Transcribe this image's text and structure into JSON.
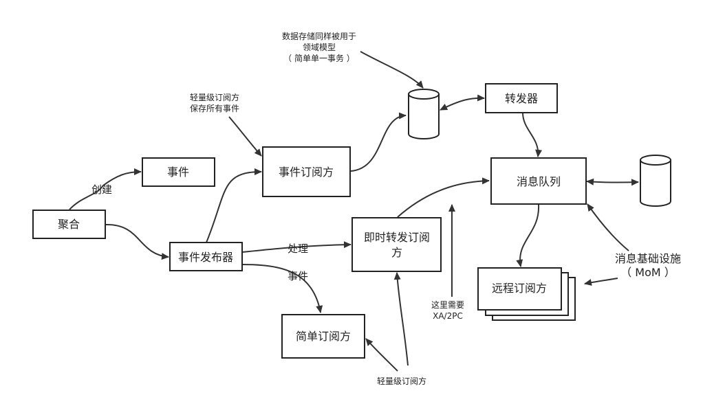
{
  "nodes": {
    "aggregate": "聚合",
    "event": "事件",
    "event_publisher": "事件发布器",
    "event_subscriber": "事件订阅方",
    "forwarder": "转发器",
    "message_queue": "消息队列",
    "realtime_forward_subscriber_line1": "即时转发订阅",
    "realtime_forward_subscriber_line2": "方",
    "simple_subscriber": "简单订阅方",
    "remote_subscriber": "远程订阅方",
    "mom_line1": "消息基础设施",
    "mom_line2": "（ MoM ）"
  },
  "edge_labels": {
    "create": "创建",
    "handle": "处理",
    "event": "事件"
  },
  "notes": {
    "shared_storage_line1": "数据存储同样被用于",
    "shared_storage_line2": "领域模型",
    "shared_storage_line3": "（ 简单单一事务 ）",
    "lightweight_subscriber_line1": "轻量级订阅方",
    "lightweight_subscriber_line2": "保存所有事件",
    "xa_line1": "这里需要",
    "xa_line2": "XA/2PC",
    "lightweight_bottom": "轻量级订阅方"
  }
}
